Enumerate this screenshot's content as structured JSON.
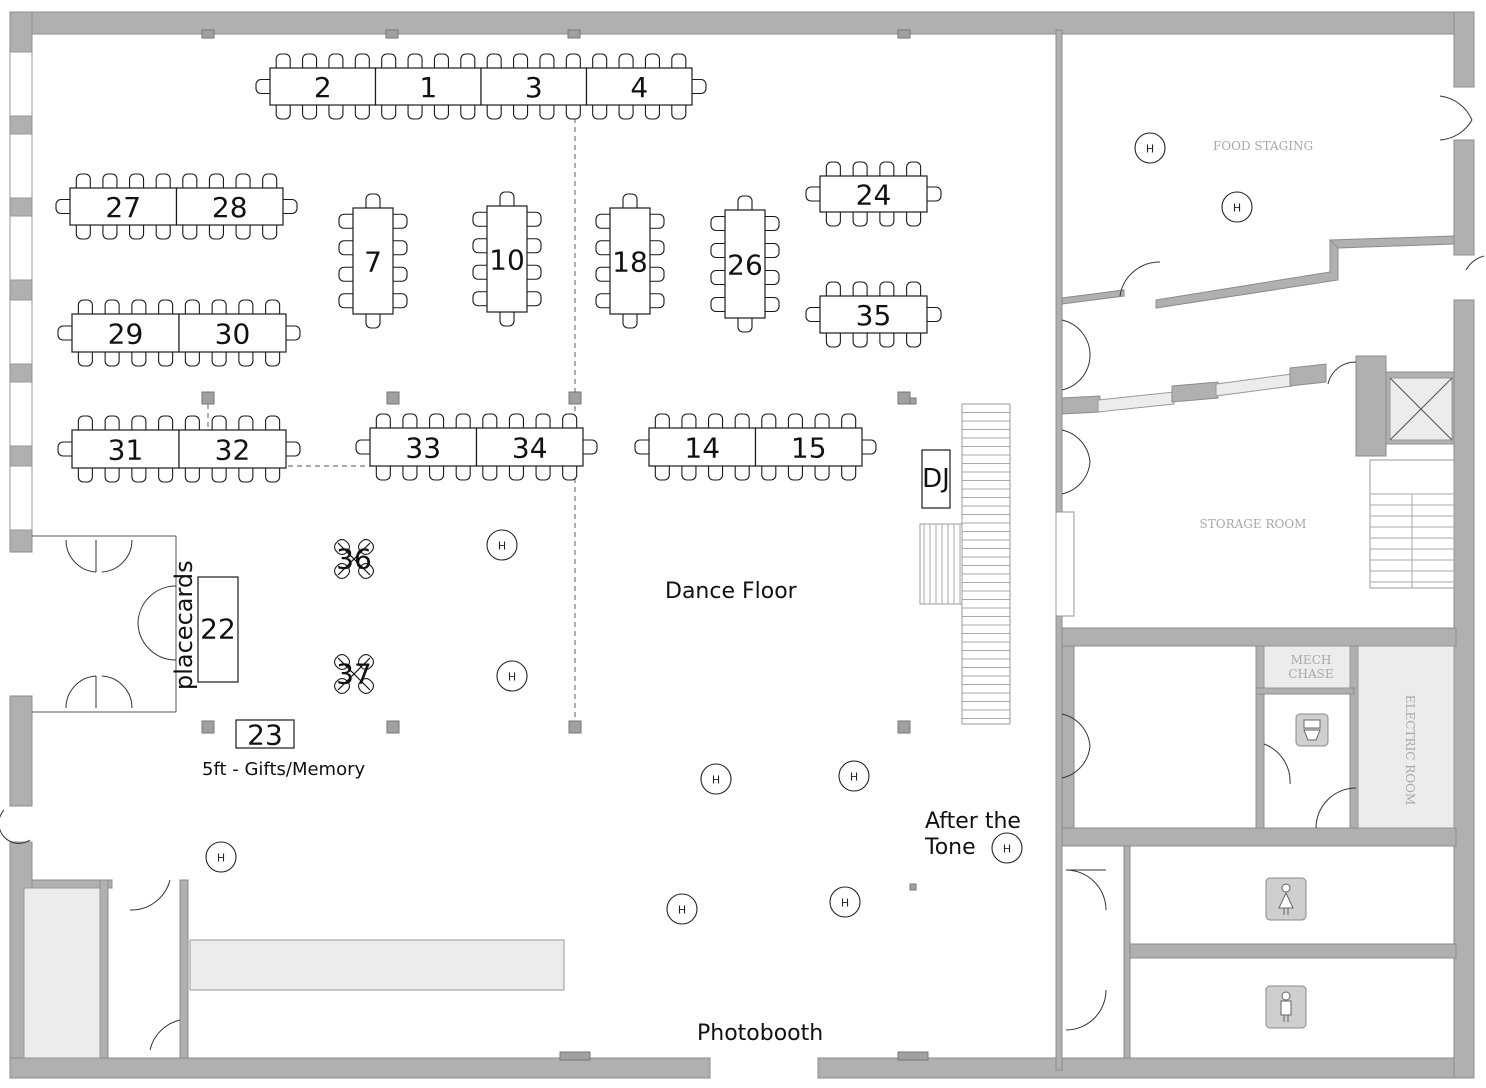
{
  "labels": {
    "dance_floor": "Dance Floor",
    "photobooth": "Photobooth",
    "after_the_tone": [
      "After the",
      "Tone"
    ],
    "gifts": "5ft - Gifts/Memory",
    "placecards": "placecards",
    "dj": "DJ"
  },
  "rooms": {
    "food_staging": "FOOD STAGING",
    "storage_room": "STORAGE ROOM",
    "mech_chase": [
      "MECH",
      "CHASE"
    ],
    "electric_room": "ELECTRIC ROOM"
  },
  "heater_label": "H",
  "tables": {
    "head": [
      "2",
      "1",
      "3",
      "4"
    ],
    "t27": "27",
    "t28": "28",
    "t29": "29",
    "t30": "30",
    "t31": "31",
    "t32": "32",
    "t33": "33",
    "t34": "34",
    "t14": "14",
    "t15": "15",
    "t24": "24",
    "t35": "35",
    "t7": "7",
    "t10": "10",
    "t18": "18",
    "t26": "26",
    "t36": "36",
    "t37": "37",
    "t22": "22",
    "t23": "23"
  },
  "colors": {
    "wall": "#b0b0b0",
    "outline": "#1a1a1a",
    "room_text": "#a8a8a8"
  }
}
